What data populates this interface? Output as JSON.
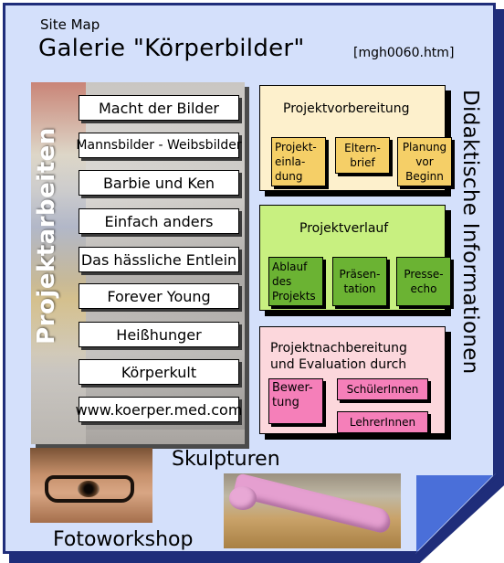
{
  "header": {
    "site_map": "Site Map",
    "title": "Galerie \"Körperbilder\"",
    "filename": "[mgh0060.htm]"
  },
  "projects": {
    "label": "Projektarbeiten",
    "items": [
      "Macht der Bilder",
      "Mannsbilder - Weibsbilder",
      "Barbie und Ken",
      "Einfach anders",
      "Das hässliche Entlein",
      "Forever Young",
      "Heißhunger",
      "Körperkult",
      "www.koerper.med.com"
    ]
  },
  "didactics": {
    "label": "Didaktische Informationen",
    "preparation": {
      "title": "Projektvorbereitung",
      "items": [
        "Projekt-\neinla-\ndung",
        "Eltern-\nbrief",
        "Planung\nvor\nBeginn"
      ]
    },
    "process": {
      "title": "Projektverlauf",
      "items": [
        "Ablauf\ndes\nProjekts",
        "Präsen-\ntation",
        "Presse-\necho"
      ]
    },
    "evaluation": {
      "title": "Projektnachbereitung\nund Evaluation durch",
      "items": [
        "Bewer-\ntung",
        "SchülerInnen",
        "LehrerInnen"
      ]
    }
  },
  "bottom": {
    "sculptures": "Skulpturen",
    "photo_workshop": "Fotoworkshop"
  },
  "colors": {
    "page_bg": "#d4e0fb",
    "border": "#1f2d7a",
    "fold": "#4a6fd9",
    "preparation_box": "#fdf0cc",
    "preparation_items": "#f5cf67",
    "process_box": "#c8f080",
    "process_items": "#6bb333",
    "evaluation_box": "#fcd7dc",
    "evaluation_items": "#f57fb9"
  }
}
